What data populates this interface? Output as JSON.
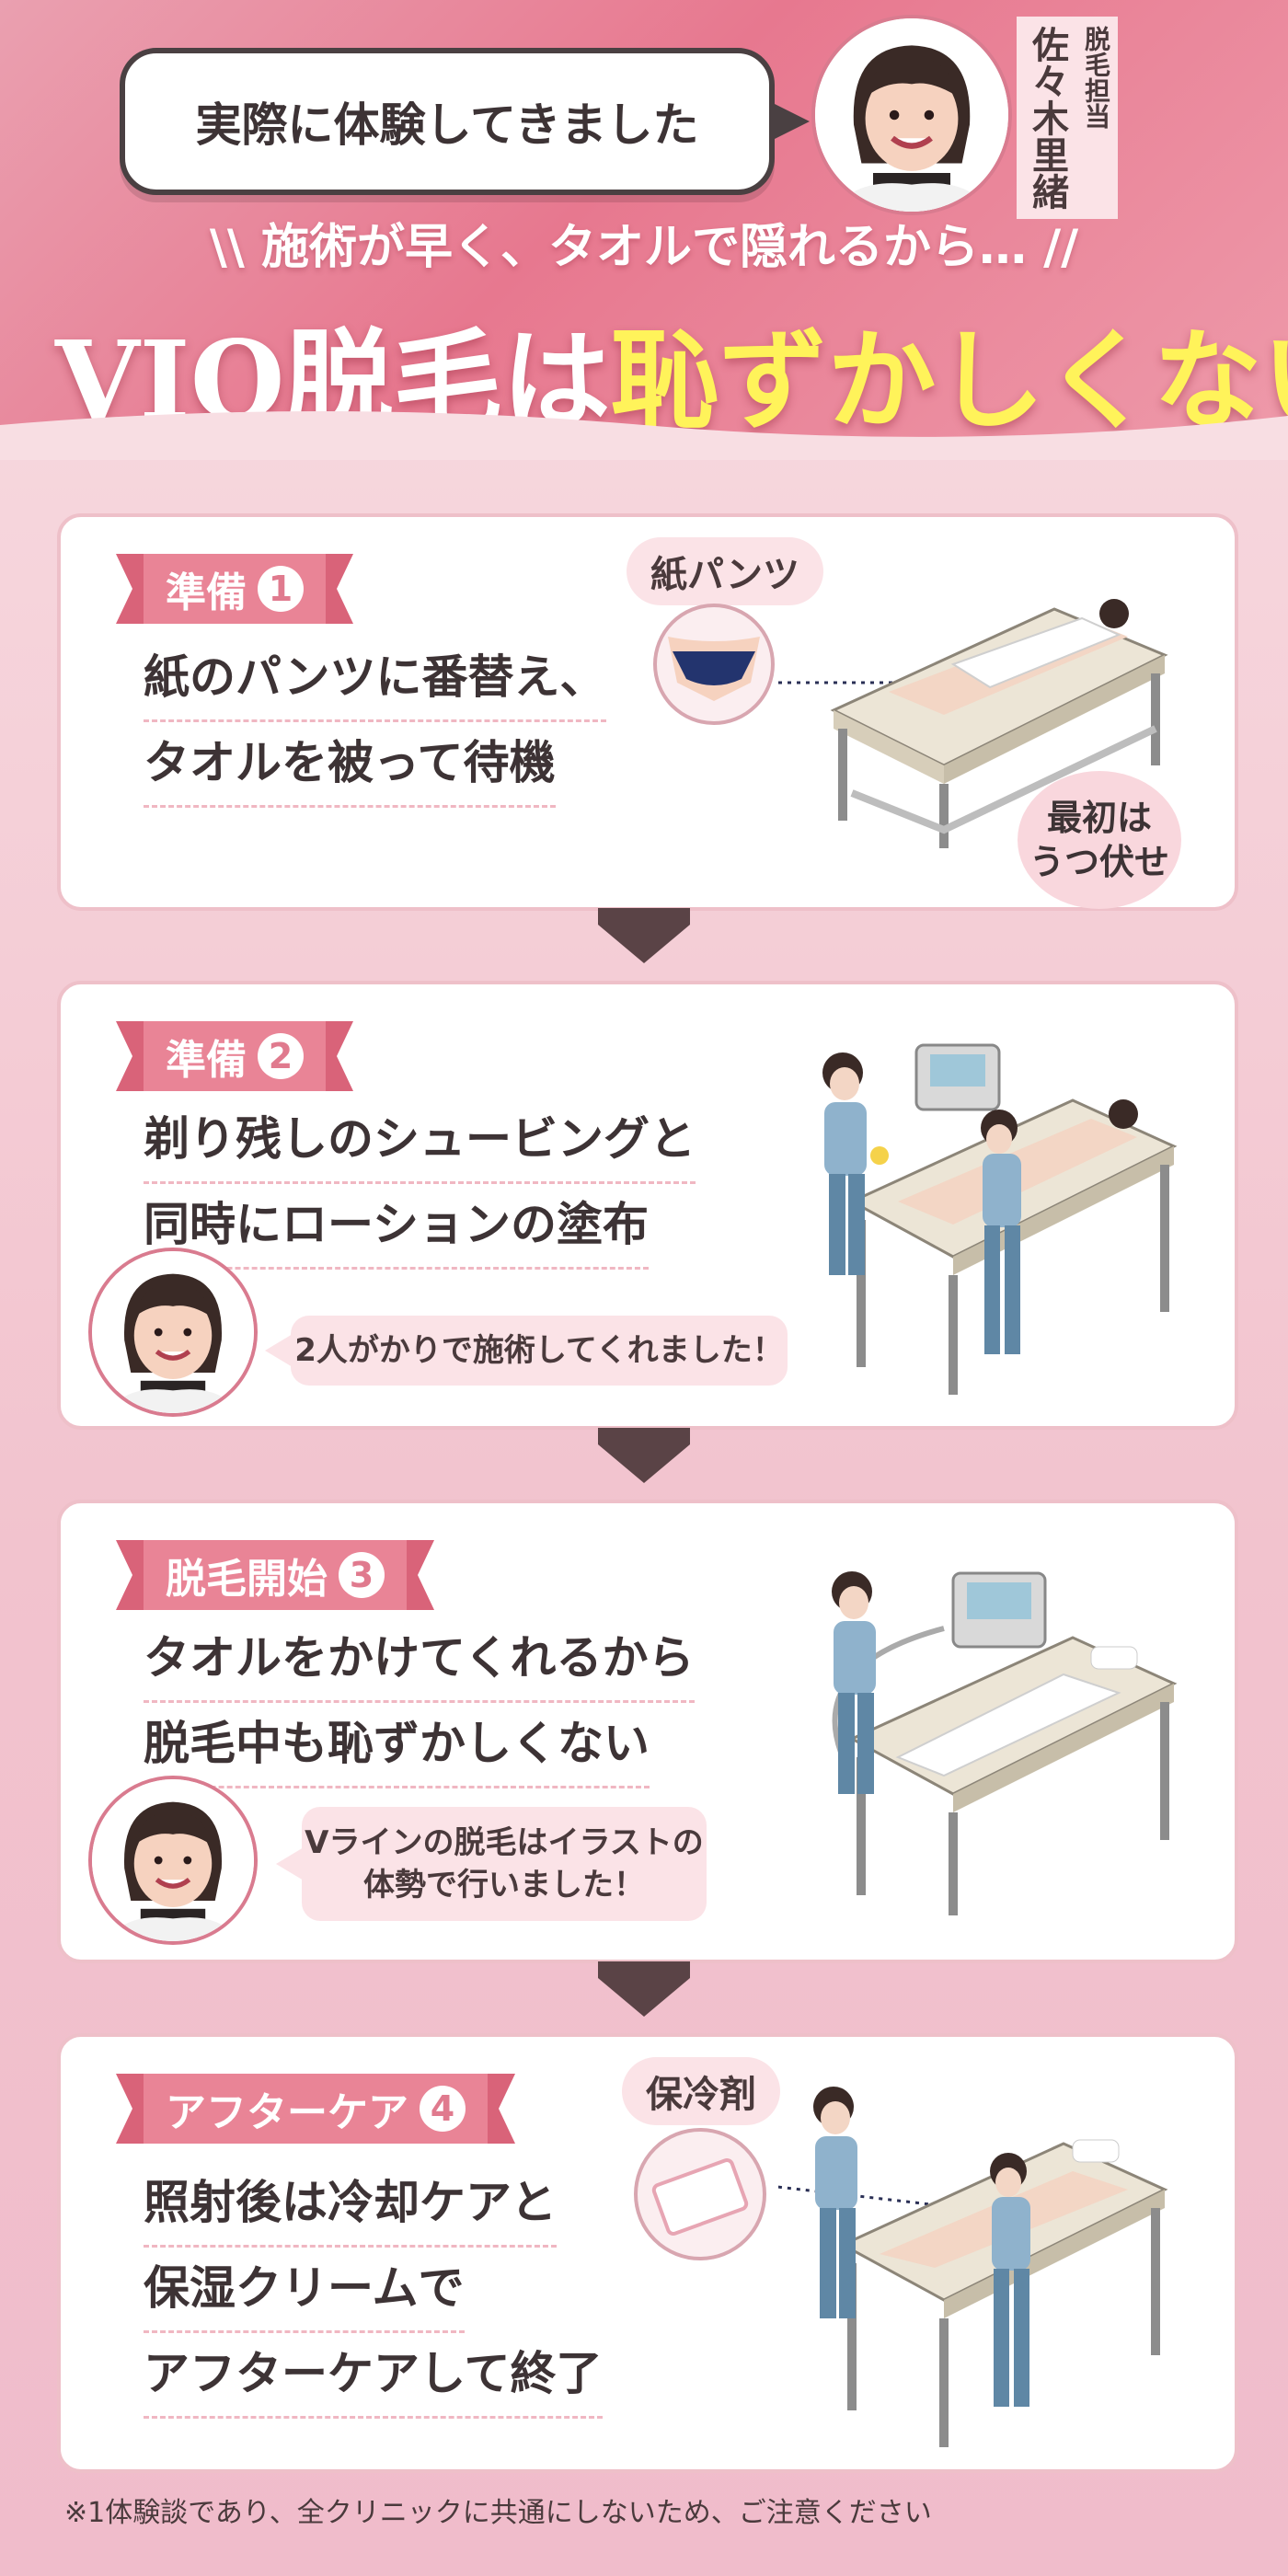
{
  "header": {
    "pill_text": "実際に体験してきました",
    "staff_role": "脱毛担当",
    "staff_name": "佐々木里緒",
    "subhead": "\\\\ 施術が早く、タオルで隠れるから… //",
    "headline_part1": "VIO脱毛は",
    "headline_part2": "恥ずかしくない！"
  },
  "steps": [
    {
      "tag": "準備",
      "num": "1",
      "line1": "紙のパンツに番替え、",
      "line2": "タオルを被って待機",
      "chip": "紙パンツ",
      "note_line1": "最初は",
      "note_line2": "うつ伏せ"
    },
    {
      "tag": "準備",
      "num": "2",
      "line1": "剃り残しのシュービングと",
      "line2": "同時にローションの塗布",
      "bubble": "2人がかりで施術してくれました！"
    },
    {
      "tag": "脱毛開始",
      "num": "3",
      "line1": "タオルをかけてくれるから",
      "line2": "脱毛中も恥ずかしくない",
      "bubble_line1": "Vラインの脱毛はイラストの",
      "bubble_line2": "体勢で行いました！"
    },
    {
      "tag": "アフターケア",
      "num": "4",
      "line1": "照射後は冷却ケアと",
      "line2": "保湿クリームで",
      "line3": "アフターケアして終了",
      "chip": "保冷剤"
    }
  ],
  "footnote": "※1体験談であり、全クリニックに共通にしないため、ご注意ください",
  "colors": {
    "accent": "#e98496",
    "header": "#e7788f",
    "highlight": "#fff35a",
    "arrow": "#5a4346"
  }
}
